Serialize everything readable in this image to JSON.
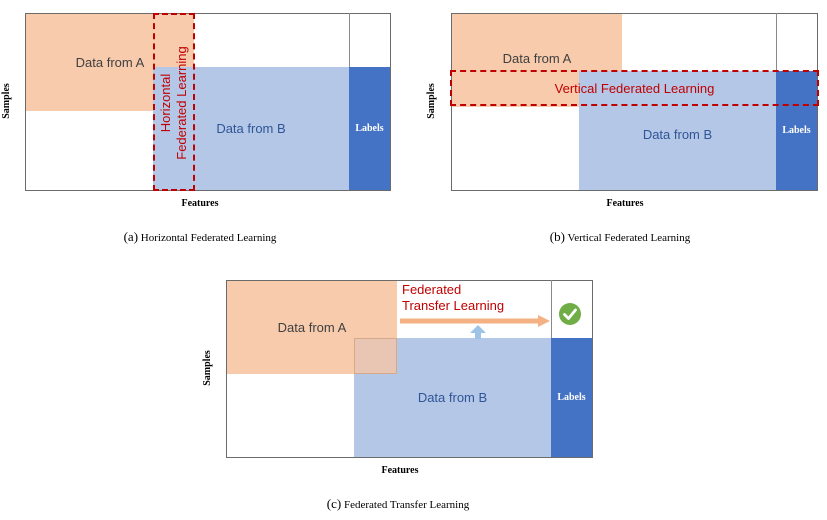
{
  "panel_a": {
    "data_a": "Data from A",
    "data_b": "Data from B",
    "labels": "Labels",
    "overlay_line1": "Horizontal",
    "overlay_line2": "Federated Learning",
    "y_label": "Samples",
    "x_label": "Features",
    "caption_marker": "(a)",
    "caption_text": "Horizontal Federated Learning"
  },
  "panel_b": {
    "data_a": "Data from A",
    "data_b": "Data from B",
    "labels": "Labels",
    "overlay": "Vertical Federated Learning",
    "y_label": "Samples",
    "x_label": "Features",
    "caption_marker": "(b)",
    "caption_text": "Vertical Federated Learning"
  },
  "panel_c": {
    "data_a": "Data from A",
    "data_b": "Data from B",
    "labels": "Labels",
    "overlay_line1": "Federated",
    "overlay_line2": "Transfer Learning",
    "check_icon": "check-circle-icon",
    "y_label": "Samples",
    "x_label": "Features",
    "caption_marker": "(c)",
    "caption_text": "Federated Transfer Learning"
  },
  "colors": {
    "data_a": "#f8cbad",
    "data_b": "#b4c7e7",
    "labels": "#4472c4",
    "dashed_outline": "#c00000",
    "arrow": "#f4b183",
    "up_arrow": "#9dc3e6",
    "check": "#70ad47"
  }
}
